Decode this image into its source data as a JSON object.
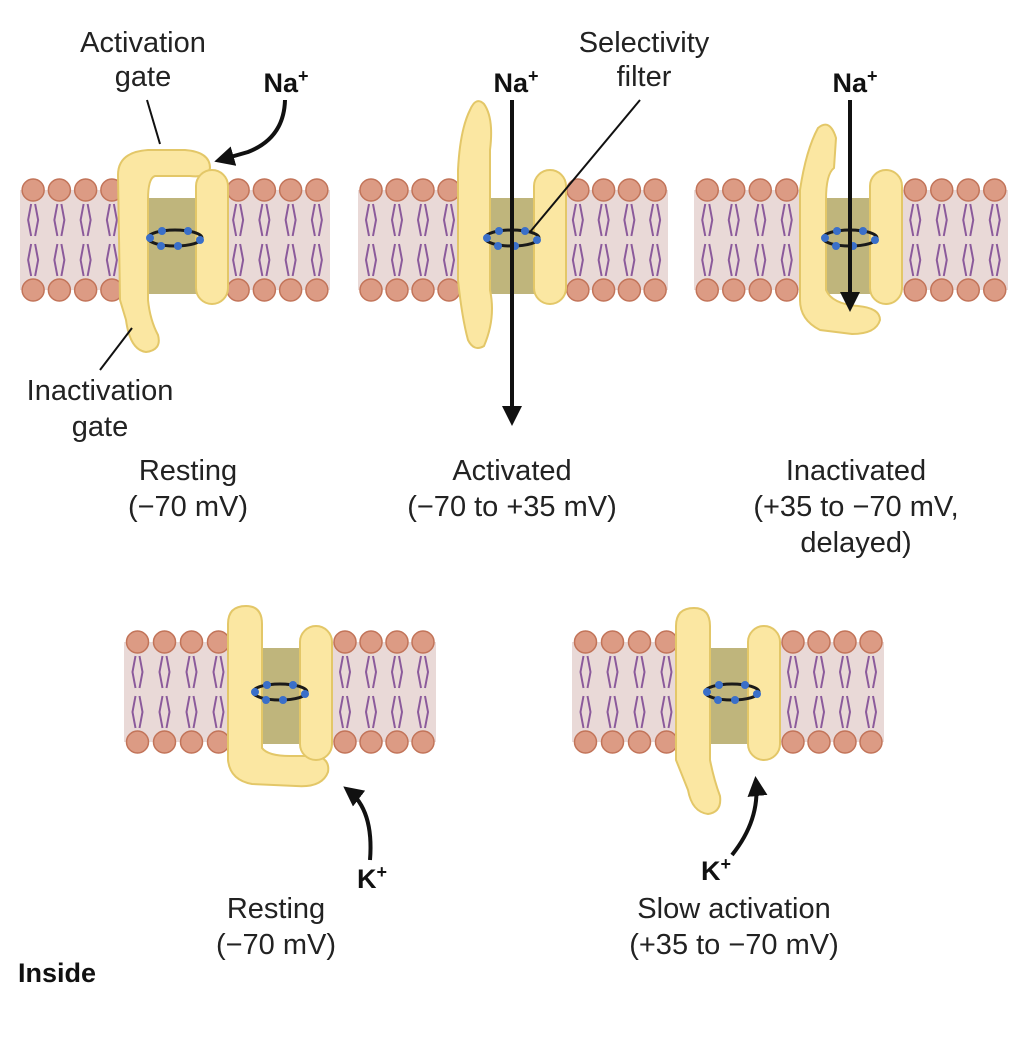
{
  "colors": {
    "membrane_band": "#e9d9d7",
    "lipid_head": "#dc9b84",
    "lipid_head_stroke": "#c27459",
    "lipid_tail": "#8b5a9b",
    "channel_fill": "#fbe7a2",
    "channel_stroke": "#e3c768",
    "pore": "#bfb57c",
    "filter_ring": "#1a1a1a",
    "filter_dot": "#3a6fc9",
    "arrow": "#111111"
  },
  "labels": {
    "activation_gate": [
      "Activation",
      "gate"
    ],
    "inactivation_gate": [
      "Inactivation",
      "gate"
    ],
    "selectivity_filter": [
      "Selectivity",
      "filter"
    ],
    "inside": "Inside"
  },
  "ions": {
    "na": "Na",
    "k": "K",
    "charge": "+"
  },
  "states": {
    "na_resting": [
      "Resting",
      "(−70 mV)"
    ],
    "na_activated": [
      "Activated",
      "(−70 to +35 mV)"
    ],
    "na_inactivated": [
      "Inactivated",
      "(+35 to −70 mV,",
      "delayed)"
    ],
    "k_resting": [
      "Resting",
      "(−70 mV)"
    ],
    "k_slow_activation": [
      "Slow activation",
      "(+35 to −70 mV)"
    ]
  }
}
